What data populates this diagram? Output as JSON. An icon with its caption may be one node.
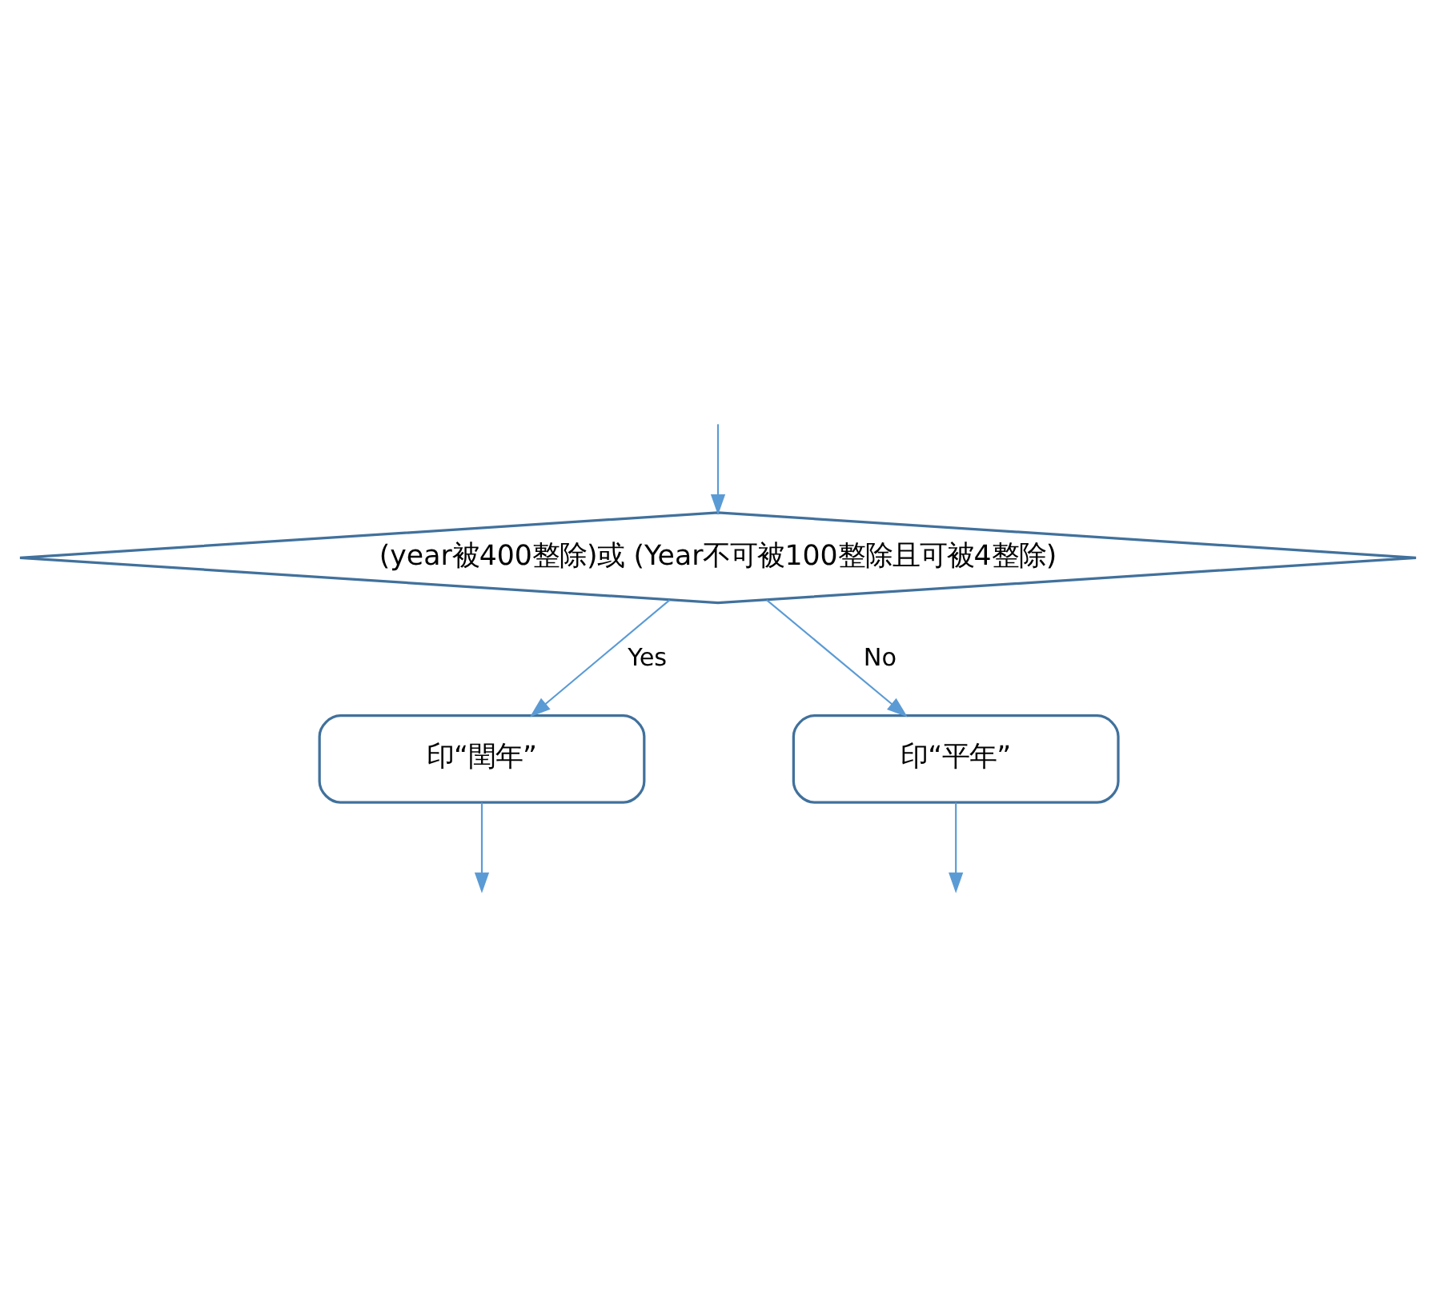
{
  "diagram": {
    "nodes": [
      {
        "text": [
          "(year被400整除)或 (Year不可被100整除且可被4整除)"
        ]
      },
      {
        "text": [
          "印“閏年”"
        ]
      },
      {
        "text": [
          "印“平年”"
        ]
      }
    ],
    "edges": [
      {
        "from": null,
        "to": 0,
        "arrow": "to"
      },
      {
        "from": 0,
        "to": 1,
        "label": "Yes",
        "arrow": "to"
      },
      {
        "from": 0,
        "to": 2,
        "label": "No",
        "arrow": "to"
      },
      {
        "from": 1,
        "to": null,
        "arrow": "to"
      },
      {
        "from": 2,
        "to": null,
        "arrow": "to"
      }
    ]
  }
}
